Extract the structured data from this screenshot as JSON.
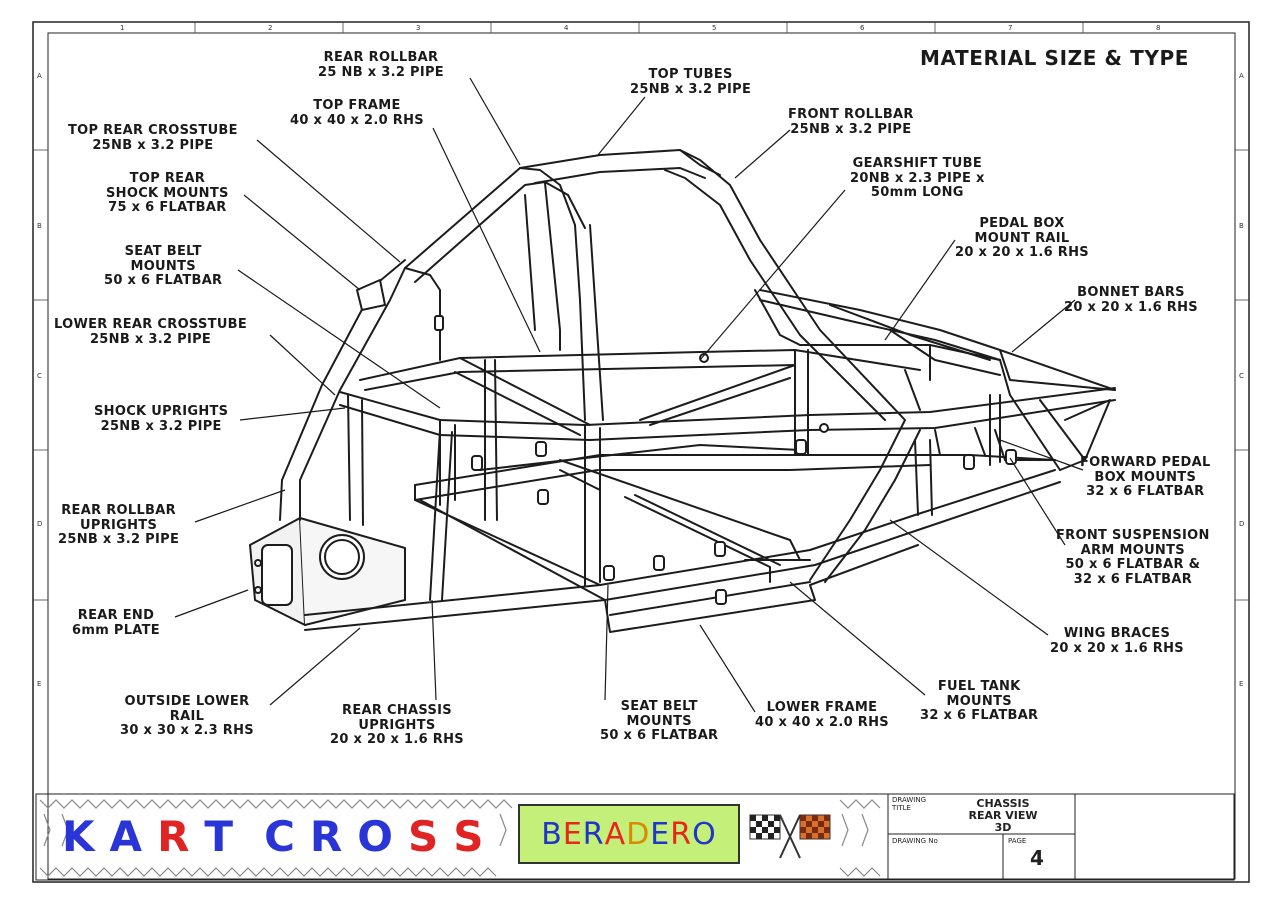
{
  "title": "MATERIAL SIZE & TYPE",
  "labels": {
    "rear_rollbar": [
      "REAR ROLLBAR",
      "25 NB x 3.2 PIPE"
    ],
    "top_tubes": [
      "TOP TUBES",
      "25NB x 3.2 PIPE"
    ],
    "top_frame": [
      "TOP FRAME",
      "40 x 40 x 2.0 RHS"
    ],
    "front_rollbar": [
      "FRONT ROLLBAR",
      "25NB x 3.2 PIPE"
    ],
    "top_rear_crosstube": [
      "TOP REAR CROSSTUBE",
      "25NB x 3.2 PIPE"
    ],
    "gearshift_tube": [
      "GEARSHIFT TUBE",
      "20NB x 2.3 PIPE x",
      "50mm LONG"
    ],
    "top_rear_shock_mounts": [
      "TOP REAR",
      "SHOCK MOUNTS",
      "75 x 6 FLATBAR"
    ],
    "pedal_box_mount_rail": [
      "PEDAL BOX",
      "MOUNT RAIL",
      "20 x 20 x 1.6 RHS"
    ],
    "seat_belt_mounts_top": [
      "SEAT BELT",
      "MOUNTS",
      "50 x 6 FLATBAR"
    ],
    "bonnet_bars": [
      "BONNET BARS",
      "20 x 20 x 1.6 RHS"
    ],
    "lower_rear_crosstube": [
      "LOWER REAR CROSSTUBE",
      "25NB x 3.2 PIPE"
    ],
    "shock_uprights": [
      "SHOCK UPRIGHTS",
      "25NB x 3.2 PIPE"
    ],
    "forward_pedal_box_mounts": [
      "FORWARD PEDAL",
      "BOX MOUNTS",
      "32 x 6 FLATBAR"
    ],
    "rear_rollbar_uprights": [
      "REAR ROLLBAR",
      "UPRIGHTS",
      "25NB x 3.2 PIPE"
    ],
    "front_suspension_arm_mounts": [
      "FRONT SUSPENSION",
      "ARM MOUNTS",
      "50 x 6 FLATBAR &",
      "32 x 6 FLATBAR"
    ],
    "rear_end": [
      "REAR END",
      "6mm PLATE"
    ],
    "wing_braces": [
      "WING BRACES",
      "20 x 20 x 1.6 RHS"
    ],
    "outside_lower_rail": [
      "OUTSIDE LOWER",
      "RAIL",
      "30 x 30 x 2.3 RHS"
    ],
    "rear_chassis_uprights": [
      "REAR CHASSIS",
      "UPRIGHTS",
      "20 x 20 x 1.6 RHS"
    ],
    "seat_belt_mounts_bottom": [
      "SEAT BELT",
      "MOUNTS",
      "50 x 6 FLATBAR"
    ],
    "lower_frame": [
      "LOWER FRAME",
      "40 x 40 x 2.0 RHS"
    ],
    "fuel_tank_mounts": [
      "FUEL TANK",
      "MOUNTS",
      "32 x 6 FLATBAR"
    ]
  },
  "logo": {
    "kartcross": [
      "K",
      "A",
      "R",
      "T",
      " ",
      "C",
      "R",
      "O",
      "S",
      "S"
    ],
    "kartcross_colors": [
      "#2a35d8",
      "#2a35d8",
      "#e02424",
      "#2a35d8",
      "#2a35d8",
      "#2a35d8",
      "#2a35d8",
      "#2a35d8",
      "#e02424",
      "#e02424"
    ],
    "beradero": [
      "B",
      "E",
      "R",
      "A",
      "D",
      "E",
      "R",
      "O"
    ],
    "beradero_colors": [
      "#1f36c8",
      "#e8261d",
      "#1f36c8",
      "#e8261d",
      "#d88a00",
      "#1f36c8",
      "#e8261d",
      "#1f36c8"
    ]
  },
  "title_block": {
    "drawing_title_label": [
      "DRAWING",
      "TITLE"
    ],
    "drawing_title": [
      "CHASSIS",
      "REAR VIEW",
      "3D"
    ],
    "drawing_no_label": "DRAWING No",
    "page_label": "PAGE",
    "page": "4"
  },
  "border": {
    "columns": [
      "1",
      "2",
      "3",
      "4",
      "5",
      "6",
      "7",
      "8"
    ],
    "rows": [
      "A",
      "B",
      "C",
      "D",
      "E"
    ]
  }
}
